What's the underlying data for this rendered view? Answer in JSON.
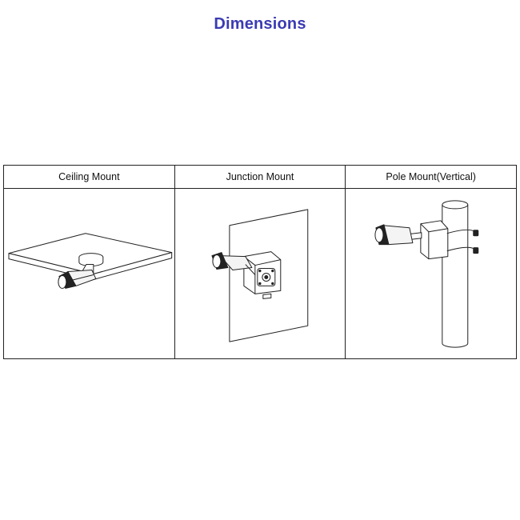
{
  "page": {
    "title": "Dimensions",
    "title_color": "#3b3bb3"
  },
  "mounts": [
    {
      "label": "Ceiling Mount",
      "illustration": "ceiling-mount-camera-icon"
    },
    {
      "label": "Junction Mount",
      "illustration": "junction-box-camera-icon"
    },
    {
      "label": "Pole Mount(Vertical)",
      "illustration": "pole-mount-camera-icon"
    }
  ]
}
